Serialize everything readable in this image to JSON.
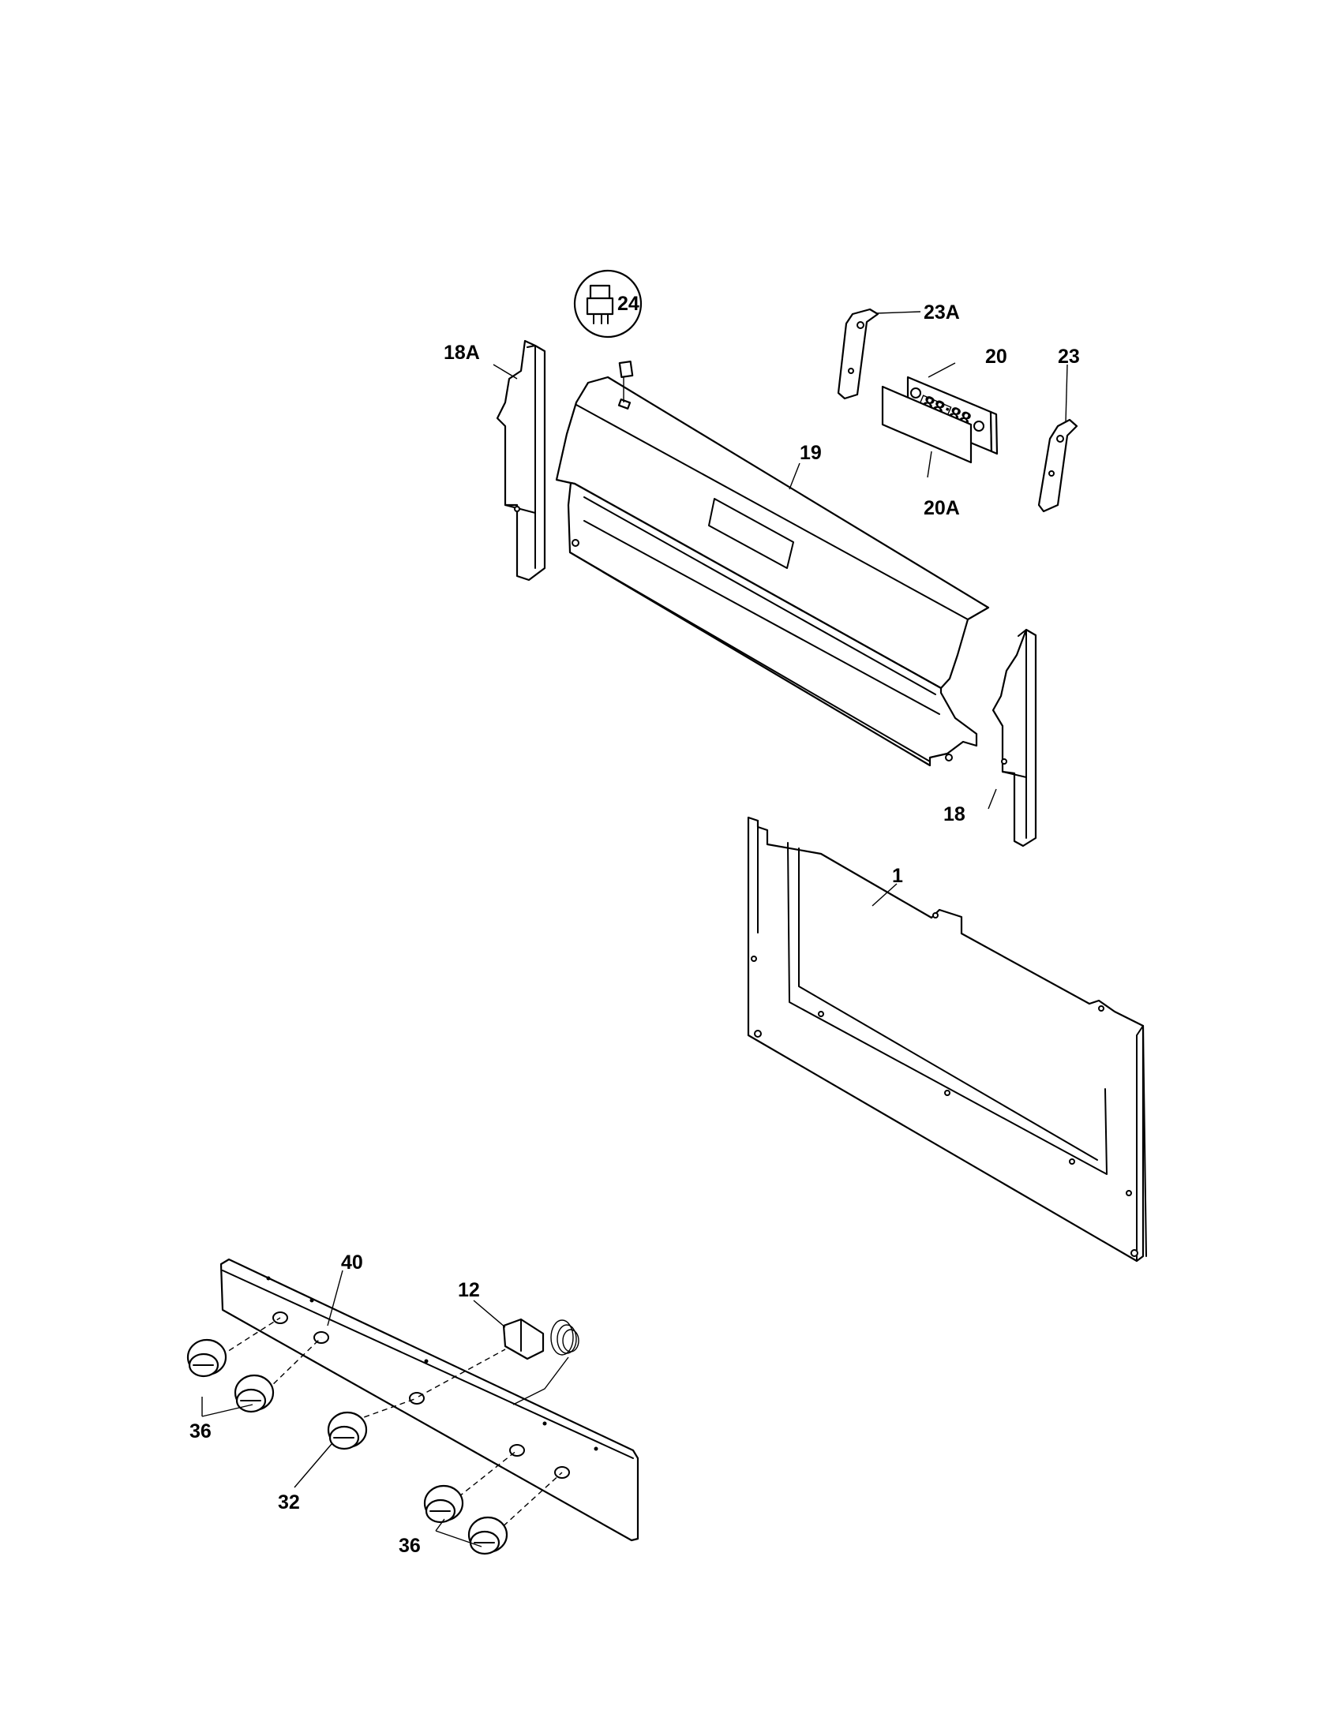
{
  "callouts": [
    {
      "id": "part-1",
      "label": "1"
    },
    {
      "id": "part-12",
      "label": "12"
    },
    {
      "id": "part-18",
      "label": "18"
    },
    {
      "id": "part-18a",
      "label": "18A"
    },
    {
      "id": "part-19",
      "label": "19"
    },
    {
      "id": "part-20",
      "label": "20"
    },
    {
      "id": "part-20a",
      "label": "20A"
    },
    {
      "id": "part-23",
      "label": "23"
    },
    {
      "id": "part-23a",
      "label": "23A"
    },
    {
      "id": "part-24",
      "label": "24"
    },
    {
      "id": "part-32",
      "label": "32"
    },
    {
      "id": "part-36-top",
      "label": "36"
    },
    {
      "id": "part-36-bottom",
      "label": "36"
    },
    {
      "id": "part-40",
      "label": "40"
    }
  ],
  "clock_display": "88:88"
}
